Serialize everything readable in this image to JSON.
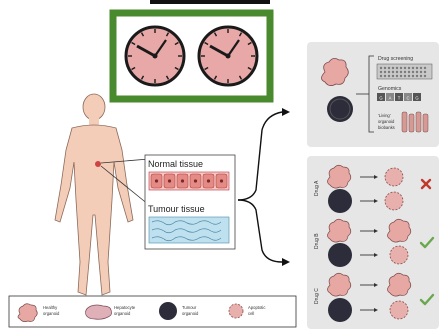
{
  "title_fragment": "Timing",
  "tissue": {
    "normal_label": "Normal tissue",
    "tumour_label": "Tumour tissue"
  },
  "top_panel": {
    "drug_screening": "Drug screening",
    "genomics": "Genomics",
    "genomics_letters": [
      "G",
      "A",
      "T",
      "C",
      "G"
    ],
    "living_label_line1": "'Living'",
    "living_label_line2": "organoid",
    "living_label_line3": "biobanks"
  },
  "drugs": [
    {
      "label": "Drug A",
      "healthy_result": "cross",
      "tumour_result": "none"
    },
    {
      "label": "Drug B",
      "healthy_result": "none",
      "tumour_result": "check"
    },
    {
      "label": "Drug C",
      "healthy_result": "none",
      "tumour_result": "check"
    }
  ],
  "legend": [
    {
      "line1": "Healthy",
      "line2": "organoid"
    },
    {
      "line1": "Hepatocyte",
      "line2": "organoid"
    },
    {
      "line1": "Tumour",
      "line2": "organoid"
    },
    {
      "line1": "Apoptotic",
      "line2": "cell"
    }
  ],
  "colors": {
    "green_frame": "#4a8a2e",
    "clock_face": "#e8a8a8",
    "organoid_pink": "#e7a7a3",
    "tumour_dark": "#2c2c3a",
    "panel_grey": "#e6e6e6",
    "body_fill": "#f4cdb8",
    "cross_red": "#c0392b",
    "check_green": "#6aa84f"
  }
}
